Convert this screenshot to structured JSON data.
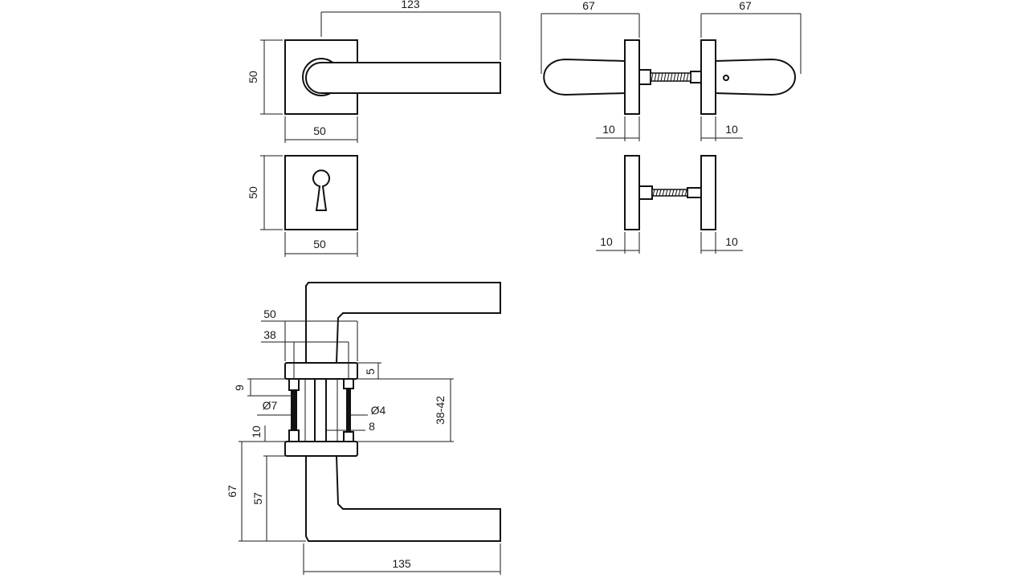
{
  "drawing": {
    "top_view": {
      "dim_length": "123",
      "dim_height": "50",
      "dim_width": "50"
    },
    "escutcheon_view": {
      "dim_height": "50",
      "dim_width": "50"
    },
    "side_view": {
      "dim_left_length": "67",
      "dim_right_length": "67",
      "dim_left_rose": "10",
      "dim_right_rose": "10"
    },
    "side_view_bare": {
      "dim_left_rose": "10",
      "dim_right_rose": "10"
    },
    "section_view": {
      "dim_rose": "50",
      "dim_bolt_spacing": "38",
      "dim_rose_thickness": "5",
      "dim_9": "9",
      "dim_dia_7": "Ø7",
      "dim_dia_4": "Ø4",
      "dim_8": "8",
      "dim_10": "10",
      "dim_door": "38-42",
      "dim_67": "67",
      "dim_57": "57",
      "dim_135": "135"
    }
  }
}
